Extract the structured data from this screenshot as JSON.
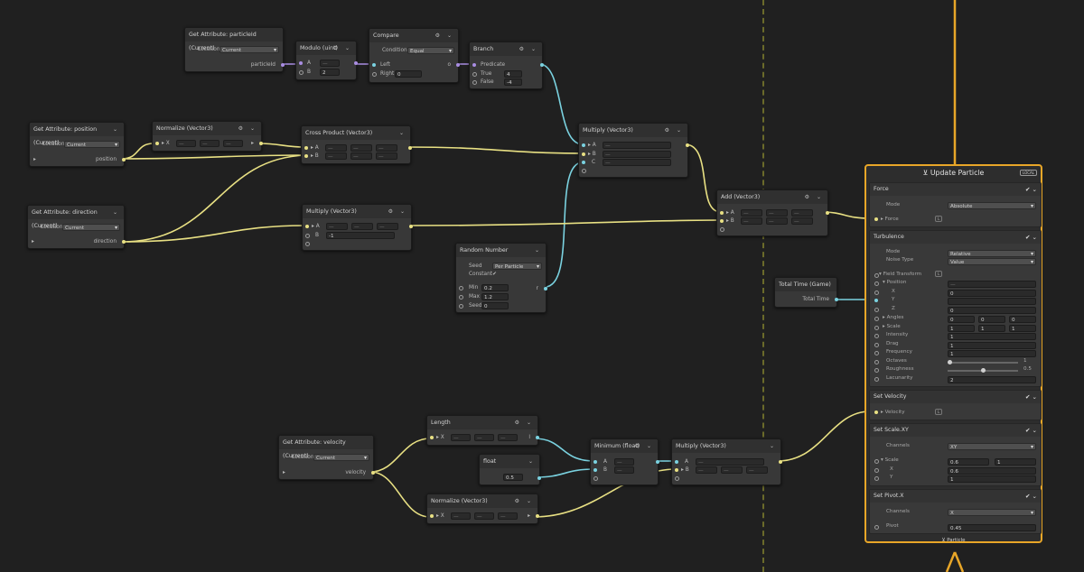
{
  "nodes": {
    "particleid": {
      "title": "Get Attribute: particleId (Current)",
      "location_label": "Location",
      "location_value": "Current",
      "out_label": "particleId"
    },
    "modulo": {
      "title": "Modulo (uint)",
      "a": "A",
      "b": "B",
      "b_value": "2"
    },
    "compare": {
      "title": "Compare",
      "condition_label": "Condition",
      "condition_value": "Equal",
      "left": "Left",
      "right": "Right",
      "right_value": "0",
      "out": "o"
    },
    "branch": {
      "title": "Branch",
      "predicate": "Predicate",
      "true_label": "True",
      "true_value": "4",
      "false_label": "False",
      "false_value": "-4"
    },
    "position": {
      "title": "Get Attribute: position (Current)",
      "location_label": "Location",
      "location_value": "Current",
      "out_label": "position"
    },
    "normalize1": {
      "title": "Normalize (Vector3)",
      "x": "X"
    },
    "cross": {
      "title": "Cross Product (Vector3)",
      "a": "A",
      "b": "B"
    },
    "direction": {
      "title": "Get Attribute: direction (Current)",
      "location_label": "Location",
      "location_value": "Current",
      "out_label": "direction"
    },
    "multiply1": {
      "title": "Multiply (Vector3)",
      "a": "A",
      "b": "B",
      "b_value": "-1"
    },
    "multiply2": {
      "title": "Multiply (Vector3)",
      "a": "A",
      "b": "B",
      "c": "C"
    },
    "add": {
      "title": "Add (Vector3)",
      "a": "A",
      "b": "B"
    },
    "random": {
      "title": "Random Number",
      "seed_label": "Seed",
      "seed_value": "Per Particle",
      "constant_label": "Constant",
      "min_label": "Min",
      "min_value": "0.2",
      "max_label": "Max",
      "max_value": "1.2",
      "seed2_label": "Seed",
      "seed2_value": "0"
    },
    "time": {
      "title": "Total Time (Game)",
      "out": "Total Time"
    },
    "velocity": {
      "title": "Get Attribute: velocity (Current)",
      "location_label": "Location",
      "location_value": "Current",
      "out_label": "velocity"
    },
    "length": {
      "title": "Length",
      "x": "X"
    },
    "float": {
      "title": "float",
      "value": "0.5"
    },
    "normalize2": {
      "title": "Normalize (Vector3)",
      "x": "X"
    },
    "minimum": {
      "title": "Minimum (float)",
      "a": "A",
      "b": "B"
    },
    "multiply3": {
      "title": "Multiply (Vector3)",
      "a": "A",
      "b": "B"
    }
  },
  "context": {
    "title": "Update Particle",
    "badge": "LOCAL",
    "footer": "Particle",
    "force": {
      "title": "Force",
      "mode_label": "Mode",
      "mode_value": "Absolute",
      "force_label": "Force"
    },
    "turbulence": {
      "title": "Turbulence",
      "mode_label": "Mode",
      "mode_value": "Relative",
      "noise_label": "Noise Type",
      "noise_value": "Value",
      "field_label": "Field Transform",
      "position_label": "Position",
      "x": "X",
      "x_value": "0",
      "y": "Y",
      "z": "Z",
      "z_value": "0",
      "angles_label": "Angles",
      "angles": [
        "0",
        "0",
        "0"
      ],
      "scale_label": "Scale",
      "scale": [
        "1",
        "1",
        "1"
      ],
      "intensity_label": "Intensity",
      "intensity": "1",
      "drag_label": "Drag",
      "drag": "1",
      "frequency_label": "Frequency",
      "frequency": "1",
      "octaves_label": "Octaves",
      "octaves": "1",
      "roughness_label": "Roughness",
      "roughness": "0.5",
      "lacunarity_label": "Lacunarity",
      "lacunarity": "2"
    },
    "setvelocity": {
      "title": "Set Velocity",
      "label": "Velocity"
    },
    "setscale": {
      "title": "Set Scale.XY",
      "channels_label": "Channels",
      "channels_value": "XY",
      "scale_label": "Scale",
      "scale_x": "0.6",
      "scale_y": "1",
      "x": "X",
      "x_value": "0.6",
      "y": "Y",
      "y_value": "1"
    },
    "setpivot": {
      "title": "Set Pivot.X",
      "channels_label": "Channels",
      "channels_value": "X",
      "pivot_label": "Pivot",
      "pivot_value": "0.45"
    }
  }
}
